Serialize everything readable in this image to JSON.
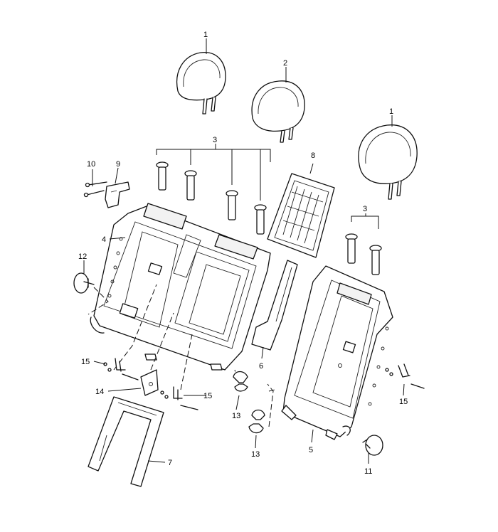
{
  "callouts": {
    "c1a": "1",
    "c2": "2",
    "c1b": "1",
    "c3a": "3",
    "c3b": "3",
    "c4": "4",
    "c5": "5",
    "c6": "6",
    "c7": "7",
    "c8": "8",
    "c9": "9",
    "c10": "10",
    "c11": "11",
    "c12": "12",
    "c13a": "13",
    "c13b": "13",
    "c14": "14",
    "c15a": "15",
    "c15b": "15",
    "c15c": "15"
  },
  "colors": {
    "line": "#111111",
    "background": "#ffffff"
  }
}
